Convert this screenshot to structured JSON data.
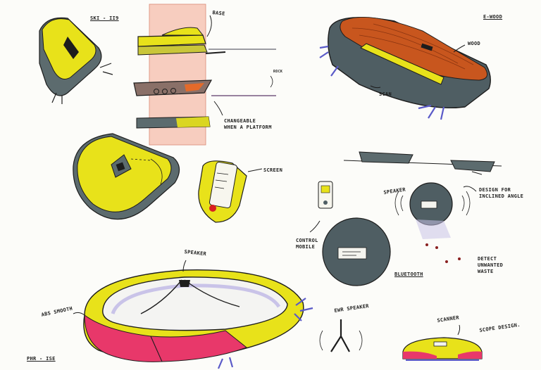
{
  "annotations": {
    "sheet_code_top": "SKI - II9",
    "base": "BASE",
    "rock": "ROCK",
    "changeable": "CHANGEABLE",
    "when_platform": "WHEN A PLATFORM",
    "screen": "SCREEN",
    "wood_tag": "E-WOOD",
    "wood": "WOOD",
    "scan": "SCAN",
    "design_for": "DESIGN FOR",
    "inclined_angle": "INCLINED ANGLE",
    "speaker_top": "SPEAKER",
    "control": "CONTROL",
    "mobile": "MOBILE",
    "bluetooth": "BLUETOOTH",
    "detect": "DETECT",
    "unwanted": "UNWANTED",
    "waste": "WASTE",
    "speaker_main": "SPEAKER",
    "abs_smooth": "ABS SMOOTH",
    "sheet_code_bottom": "PHR - ISE",
    "ewr_speaker": "EWR SPEAKER",
    "scanner": "SCANNER",
    "scope_design": "SCOPE DESIGN."
  },
  "colors": {
    "yellow": "#e8e21a",
    "gray": "#5c6b6e",
    "wood": "#c8561e",
    "pink": "#e8386a",
    "salmon": "#f3a58f",
    "ink": "#1d1d1d",
    "lavender": "#c9c3e8"
  }
}
